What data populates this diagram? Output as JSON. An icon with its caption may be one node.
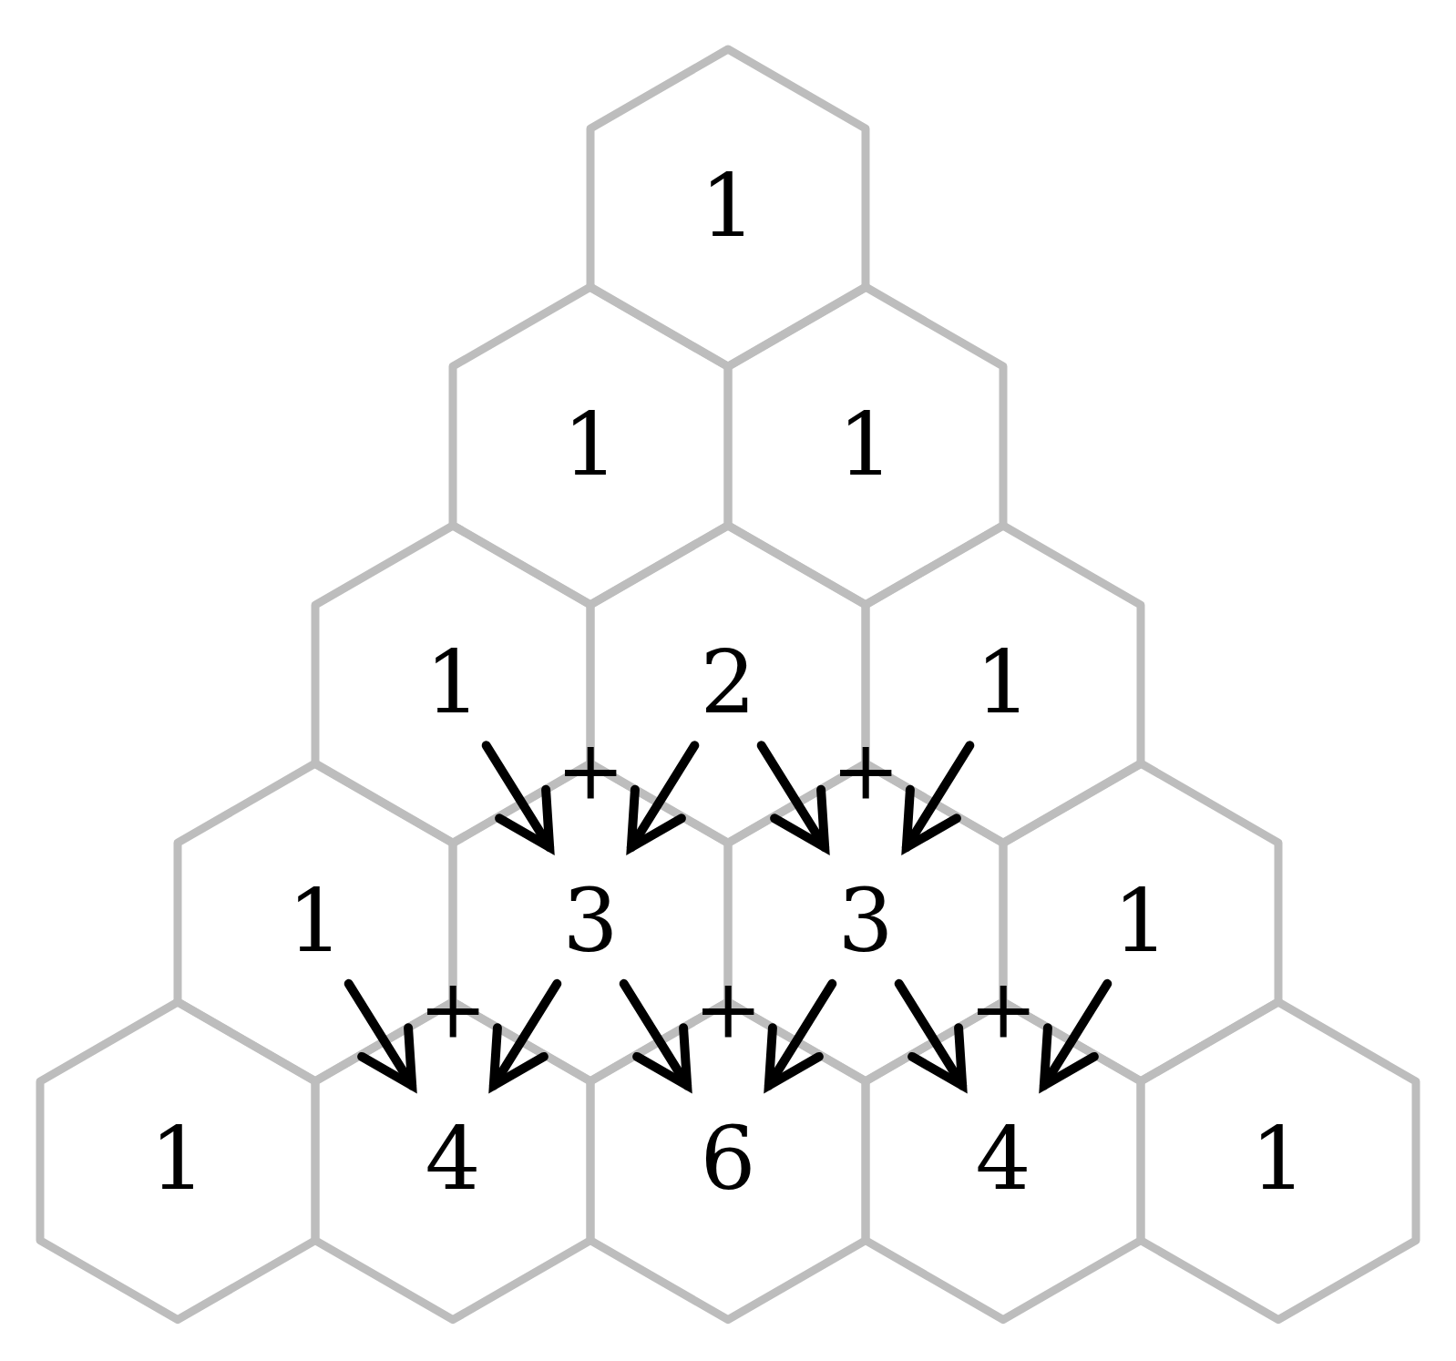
{
  "diagram": {
    "nodes": [
      {
        "text": [
          "1"
        ]
      },
      {
        "text": [
          "1"
        ]
      },
      {
        "text": [
          "1"
        ]
      },
      {
        "text": [
          "1"
        ]
      },
      {
        "text": [
          "2"
        ]
      },
      {
        "text": [
          "1"
        ]
      },
      {
        "text": [
          "1"
        ]
      },
      {
        "text": [
          "3"
        ]
      },
      {
        "text": [
          "3"
        ]
      },
      {
        "text": [
          "1"
        ]
      },
      {
        "text": [
          "1"
        ]
      },
      {
        "text": [
          "4"
        ]
      },
      {
        "text": [
          "6"
        ]
      },
      {
        "text": [
          "4"
        ]
      },
      {
        "text": [
          "1"
        ]
      }
    ],
    "edges": [
      {
        "from": 3,
        "to": 7,
        "arrow": "to"
      },
      {
        "from": 4,
        "to": 7,
        "arrow": "to"
      },
      {
        "from": 4,
        "to": 8,
        "arrow": "to"
      },
      {
        "from": 5,
        "to": 8,
        "arrow": "to"
      },
      {
        "from": 6,
        "to": 11,
        "arrow": "to"
      },
      {
        "from": 7,
        "to": 11,
        "arrow": "to"
      },
      {
        "from": 7,
        "to": 12,
        "arrow": "to"
      },
      {
        "from": 8,
        "to": 12,
        "arrow": "to"
      },
      {
        "from": 8,
        "to": 13,
        "arrow": "to"
      },
      {
        "from": 9,
        "to": 13,
        "arrow": "to"
      }
    ],
    "labels": [
      "+",
      "+",
      "+",
      "+",
      "+"
    ]
  }
}
